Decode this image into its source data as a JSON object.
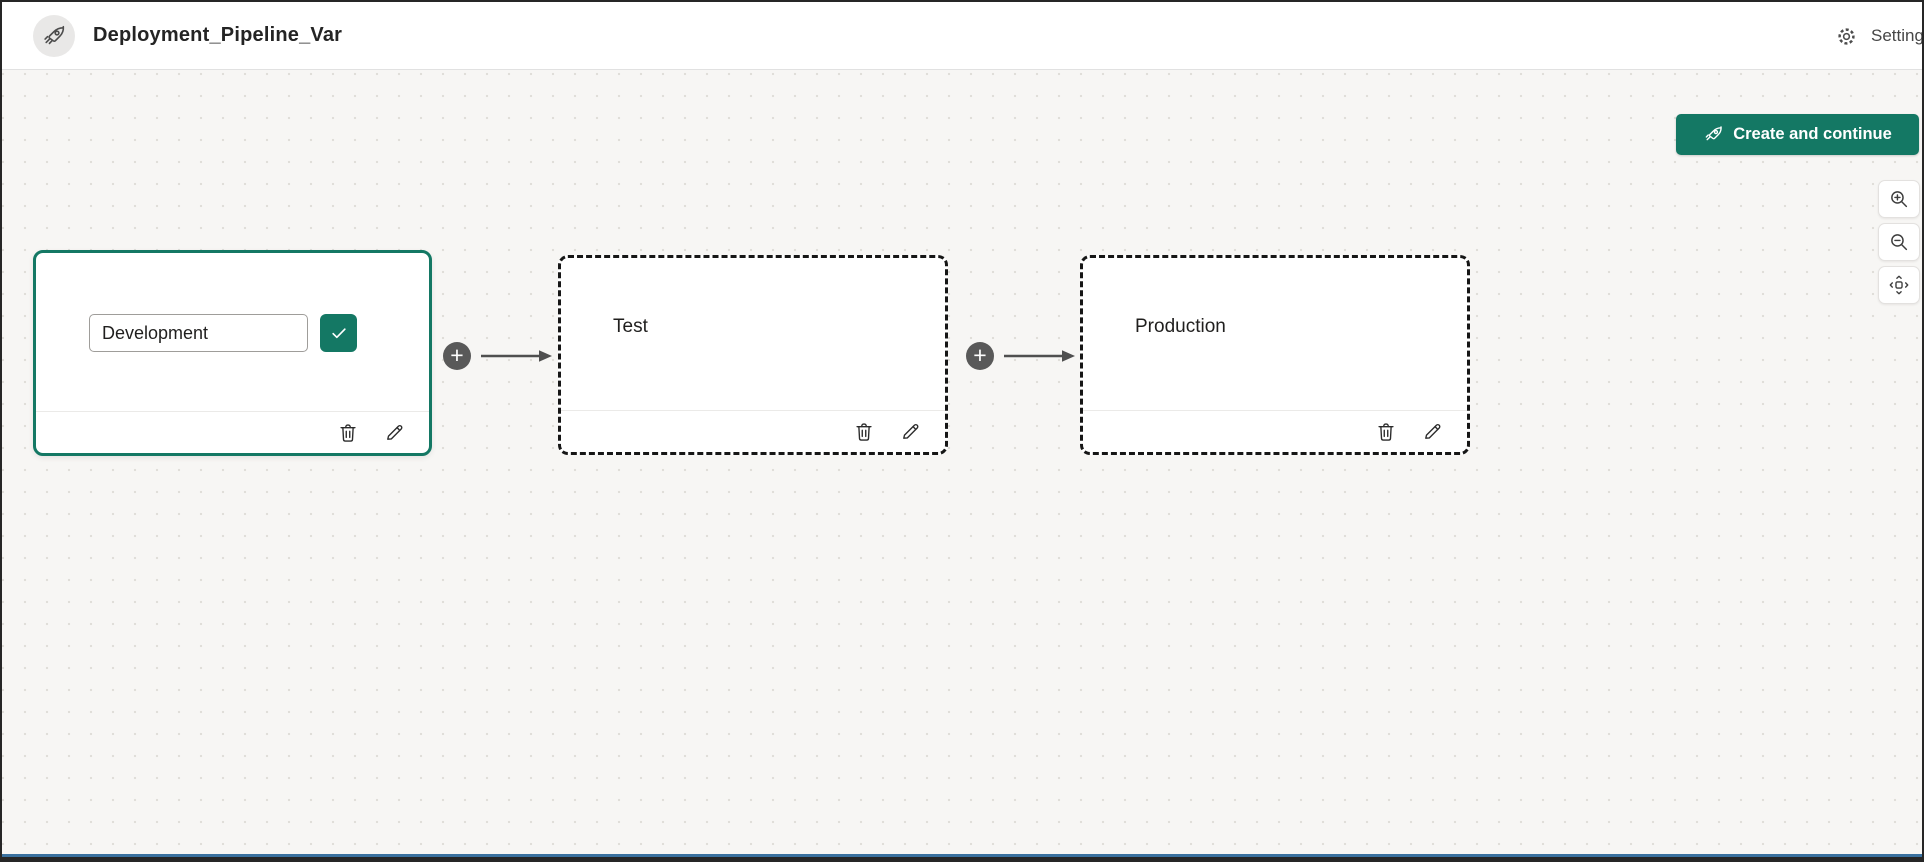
{
  "header": {
    "title": "Deployment_Pipeline_Var",
    "app_icon": "rocket-icon",
    "settings": {
      "icon": "gear-icon",
      "label": "Settings"
    }
  },
  "actions": {
    "create_and_continue": {
      "icon": "rocket-icon",
      "label": "Create and continue"
    }
  },
  "canvas_controls": {
    "zoom_in_icon": "zoom-in-icon",
    "zoom_out_icon": "zoom-out-icon",
    "fit_view_icon": "fit-view-icon"
  },
  "pipeline": {
    "stages": [
      {
        "name": "Development",
        "state": "editing-selected",
        "input_value": "Development",
        "border_style": "solid-teal",
        "footer_actions": [
          "delete",
          "edit"
        ]
      },
      {
        "name": "Test",
        "label": "Test",
        "state": "placeholder",
        "border_style": "dashed",
        "footer_actions": [
          "delete",
          "edit"
        ]
      },
      {
        "name": "Production",
        "label": "Production",
        "state": "placeholder",
        "border_style": "dashed",
        "footer_actions": [
          "delete",
          "edit"
        ]
      }
    ],
    "connectors": [
      {
        "from": "Development",
        "to": "Test",
        "add_button": "+"
      },
      {
        "from": "Test",
        "to": "Production",
        "add_button": "+"
      }
    ]
  },
  "colors": {
    "accent_teal": "#147864",
    "header_bg": "#ffffff",
    "canvas_bg": "#f7f6f4",
    "dot_grid": "#e0ded9",
    "connector_gray": "#595959",
    "dashed_border": "#161616",
    "bottom_edge_blue": "#3a719f"
  }
}
